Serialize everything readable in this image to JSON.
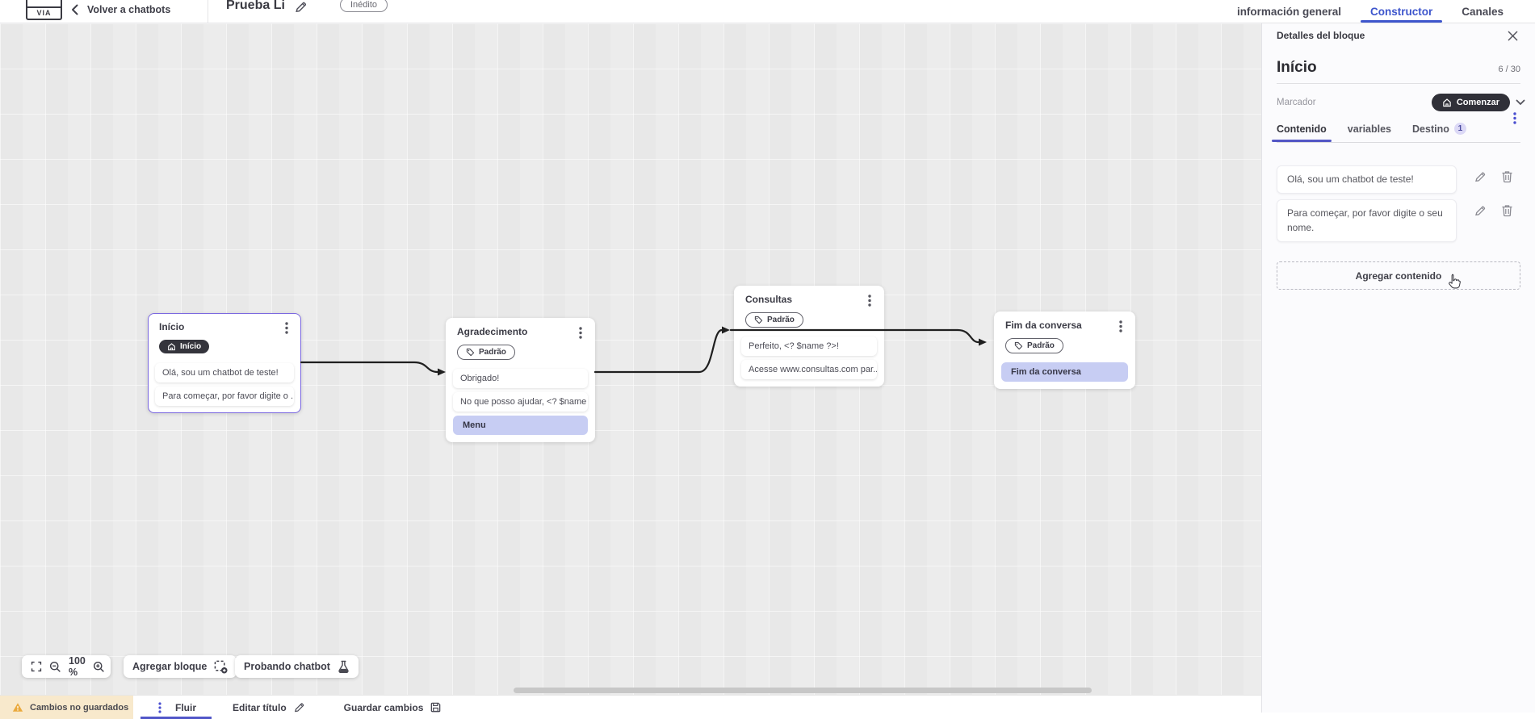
{
  "header": {
    "logo_text": "VIA",
    "back_label": "Volver a chatbots",
    "title": "Prueba Li",
    "status_badge": "Inédito",
    "tabs": [
      {
        "label": "información general",
        "active": false
      },
      {
        "label": "Constructor",
        "active": true
      },
      {
        "label": "Canales",
        "active": false
      }
    ]
  },
  "panel": {
    "header_title": "Detalles del bloque",
    "block_title": "Início",
    "counter": "6 / 30",
    "marker_label": "Marcador",
    "marker_value": "Comenzar",
    "tabs": [
      {
        "label": "Contenido",
        "active": true
      },
      {
        "label": "variables",
        "active": false
      },
      {
        "label": "Destino",
        "active": false,
        "badge": "1"
      }
    ],
    "contents": [
      "Olá, sou um chatbot de teste!",
      "Para começar, por favor digite o seu nome."
    ],
    "add_content_label": "Agregar contenido"
  },
  "canvas": {
    "nodes": [
      {
        "title": "Início",
        "badge": "Início",
        "badge_style": "dark",
        "selected": true,
        "items": [
          {
            "type": "card",
            "text": "Olá, sou um chatbot de teste!"
          },
          {
            "type": "card",
            "text": "Para começar, por favor digite o ..."
          }
        ]
      },
      {
        "title": "Agradecimento",
        "badge": "Padrão",
        "badge_style": "outline",
        "selected": false,
        "items": [
          {
            "type": "card",
            "text": "Obrigado!"
          },
          {
            "type": "card",
            "text": "No que posso ajudar, <? $name ..."
          },
          {
            "type": "highlight",
            "text": "Menu"
          }
        ]
      },
      {
        "title": "Consultas",
        "badge": "Padrão",
        "badge_style": "outline",
        "selected": false,
        "items": [
          {
            "type": "card",
            "text": "Perfeito, <? $name ?>!"
          },
          {
            "type": "card",
            "text": "Acesse www.consultas.com par..."
          }
        ]
      },
      {
        "title": "Fim da conversa",
        "badge": "Padrão",
        "badge_style": "outline",
        "selected": false,
        "items": [
          {
            "type": "highlight",
            "text": "Fim da conversa"
          }
        ]
      }
    ]
  },
  "toolbar": {
    "zoom_level": "100 %",
    "add_block_label": "Agregar bloque",
    "test_label": "Probando chatbot"
  },
  "statusbar": {
    "warning": "Cambios no guardados",
    "flow_tab": "Fluir",
    "edit_title_label": "Editar título",
    "save_label": "Guardar cambios"
  },
  "icons": {
    "logo": "square-outline-VIA",
    "chevron-left": "‹",
    "pencil": "edit glyph",
    "kebab": "vertical three dots",
    "house": "home glyph",
    "tag": "label glyph",
    "trash": "bin glyph",
    "close": "×",
    "chevron-down": "v",
    "fullscreen": "corner brackets",
    "zoom-out": "magnifier minus",
    "zoom-in": "magnifier plus",
    "add-block": "dashed square plus",
    "flask": "test flask",
    "warning": "amber triangle",
    "floppy": "save disk",
    "hand-cursor": "pointer hand"
  },
  "colors": {
    "accent_purple": "#7b68e0",
    "underline_purple": "#5156c8",
    "tab_blue": "#3d55cc",
    "dark_badge": "#34343c",
    "highlight_item": "#c7cdf3",
    "warning_bg": "#f8e9cc",
    "warning_icon": "#eaa93c",
    "destino_badge_bg": "#dcd9f6",
    "canvas_bg": "#ececec"
  }
}
